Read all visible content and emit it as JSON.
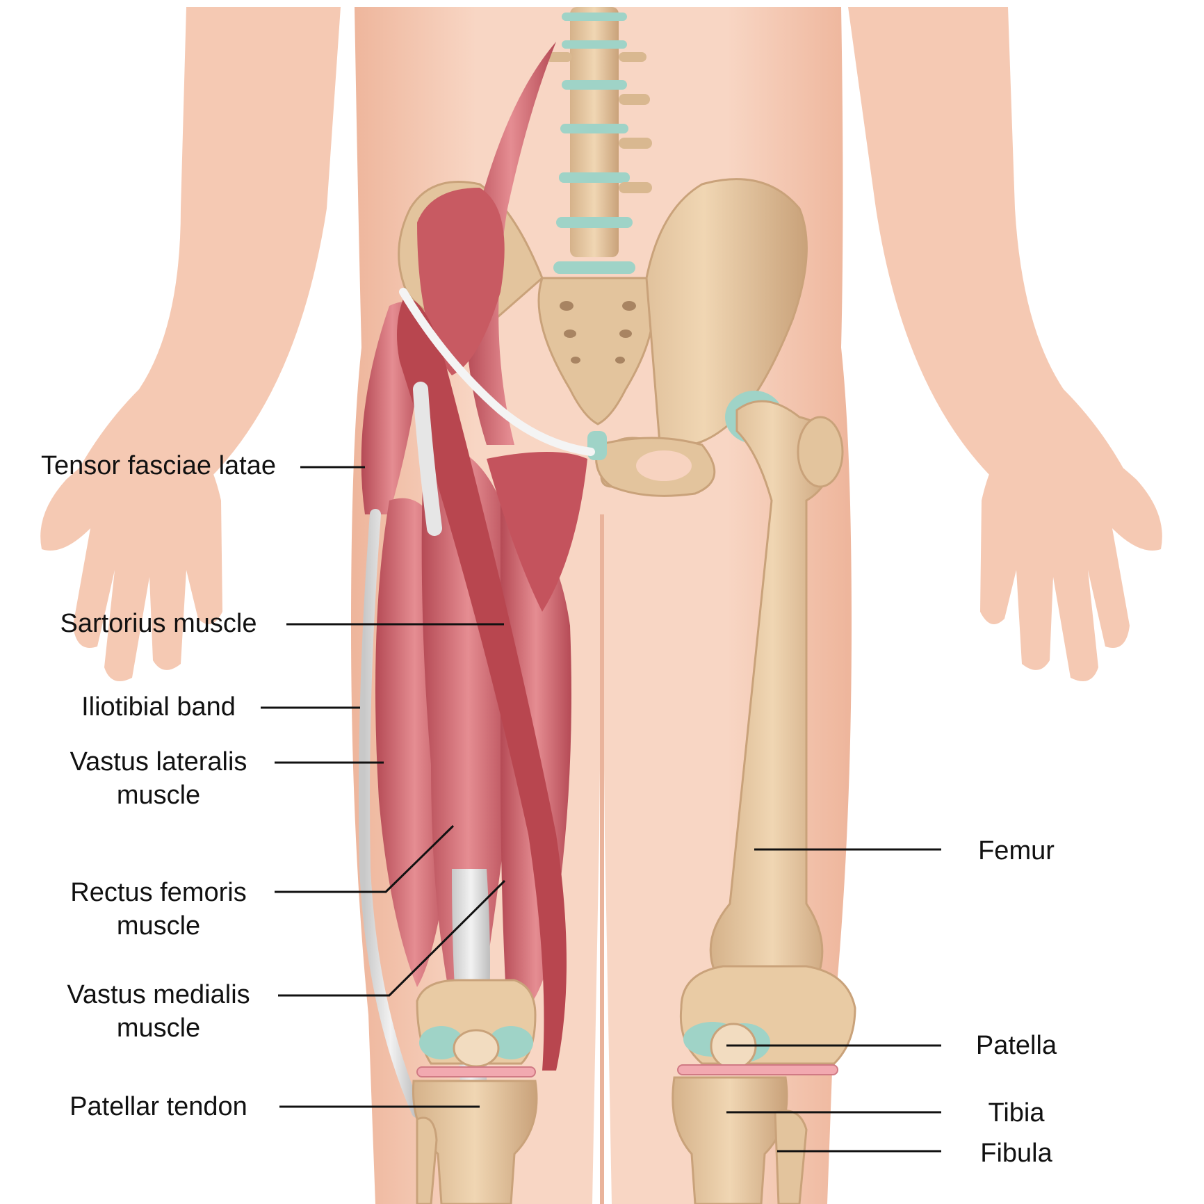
{
  "colors": {
    "skin": "#f7d3c0",
    "skin_shadow": "#e9a98c",
    "bone": "#e8c9a0",
    "bone_shadow": "#c9a27a",
    "cartilage": "#9fd3c7",
    "muscle": "#c85a62",
    "muscle_light": "#e28a8e",
    "tendon": "#d9d9d9",
    "leader_line": "#111111"
  },
  "labels": {
    "left": [
      {
        "id": "tensor-fasciae-latae",
        "lines": [
          "Tensor fasciae latae"
        ]
      },
      {
        "id": "sartorius",
        "lines": [
          "Sartorius muscle"
        ]
      },
      {
        "id": "iliotibial-band",
        "lines": [
          "Iliotibial band"
        ]
      },
      {
        "id": "vastus-lateralis",
        "lines": [
          "Vastus lateralis",
          "muscle"
        ]
      },
      {
        "id": "rectus-femoris",
        "lines": [
          "Rectus femoris",
          "muscle"
        ]
      },
      {
        "id": "vastus-medialis",
        "lines": [
          "Vastus medialis",
          "muscle"
        ]
      },
      {
        "id": "patellar-tendon",
        "lines": [
          "Patellar tendon"
        ]
      }
    ],
    "right": [
      {
        "id": "femur",
        "lines": [
          "Femur"
        ]
      },
      {
        "id": "patella",
        "lines": [
          "Patella"
        ]
      },
      {
        "id": "tibia",
        "lines": [
          "Tibia"
        ]
      },
      {
        "id": "fibula",
        "lines": [
          "Fibula"
        ]
      }
    ]
  }
}
